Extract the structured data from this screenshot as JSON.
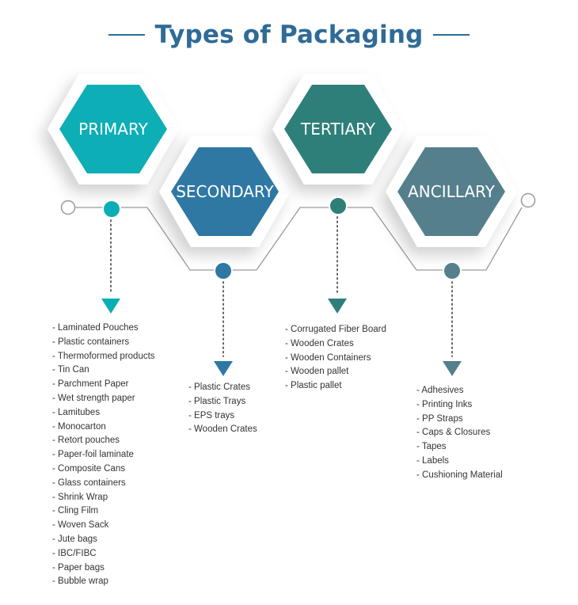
{
  "title": "Types of Packaging",
  "colors": {
    "title": "#2f6b96",
    "primary": "#0aaeb5",
    "secondary": "#2e78a3",
    "tertiary": "#2f7f79",
    "ancillary": "#567f8c",
    "connector": "#9a9a9a"
  },
  "categories": [
    {
      "label": "PRIMARY",
      "items": [
        "- Laminated Pouches",
        "- Plastic containers",
        "- Thermoformed products",
        "- Tin Can",
        "- Parchment Paper",
        "- Wet strength paper",
        "- Lamitubes",
        "- Monocarton",
        "- Retort pouches",
        "- Paper-foil laminate",
        "- Composite Cans",
        "- Glass containers",
        "- Shrink Wrap",
        "- Cling Film",
        "- Woven Sack",
        "- Jute bags",
        "- IBC/FIBC",
        "- Paper bags",
        "- Bubble wrap"
      ]
    },
    {
      "label": "SECONDARY",
      "items": [
        "- Plastic Crates",
        "- Plastic Trays",
        "- EPS trays",
        "- Wooden Crates"
      ]
    },
    {
      "label": "TERTIARY",
      "items": [
        "- Corrugated Fiber Board",
        "- Wooden Crates",
        "- Wooden Containers",
        "- Wooden pallet",
        "- Plastic pallet"
      ]
    },
    {
      "label": "ANCILLARY",
      "items": [
        "- Adhesives",
        "- Printing Inks",
        "- PP Straps",
        "- Caps & Closures",
        "- Tapes",
        "- Labels",
        "- Cushioning Material"
      ]
    }
  ]
}
